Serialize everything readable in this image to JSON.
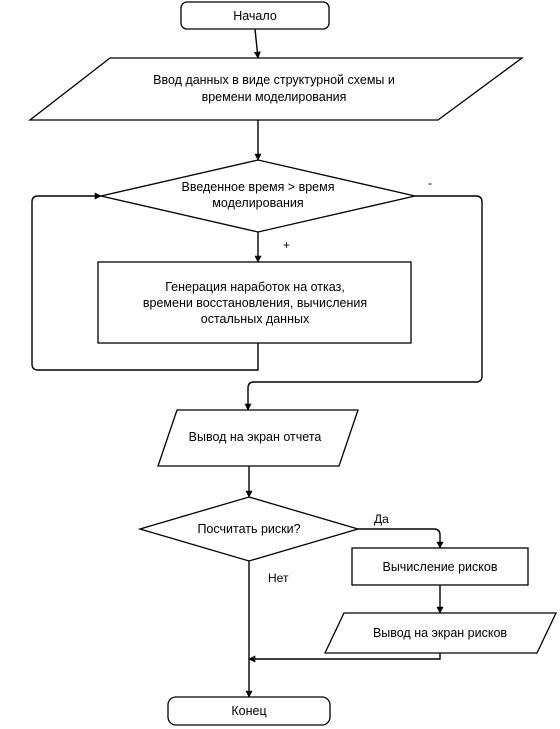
{
  "nodes": {
    "start": "Начало",
    "input": {
      "line1": "Ввод данных в виде структурной схемы и",
      "line2": "времени моделирования"
    },
    "time_check": {
      "line1": "Введенное время > время",
      "line2": "моделирования"
    },
    "generate": {
      "line1": "Генерация наработок на отказ,",
      "line2": "времени восстановления, вычисления",
      "line3": "остальных данных"
    },
    "report": "Вывод на экран отчета",
    "risk_check": "Посчитать риски?",
    "calc_risks": "Вычисление рисков",
    "show_risks": "Вывод на экран рисков",
    "end": "Конец"
  },
  "edge_labels": {
    "minus": "-",
    "plus": "+",
    "yes": "Да",
    "no": "Нет"
  }
}
